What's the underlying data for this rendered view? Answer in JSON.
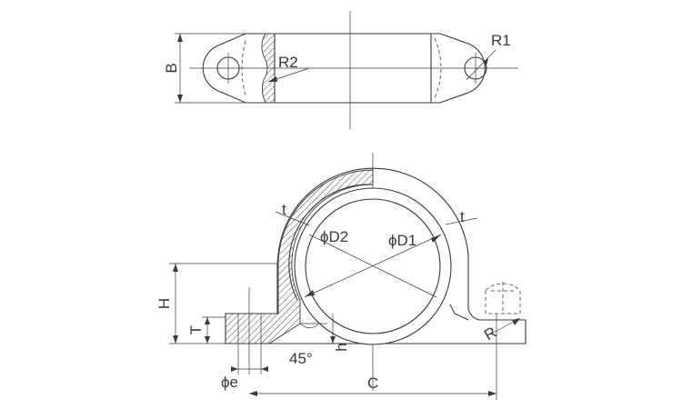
{
  "labels": {
    "b": "B",
    "r2": "R2",
    "r1": "R1",
    "t_left": "t",
    "d2": "ϕD2",
    "d1": "ϕD1",
    "t_right": "t",
    "h_big": "H",
    "t_cap": "T",
    "h_small": "h",
    "angle": "45°",
    "r": "R",
    "phi_e": "ϕe",
    "c": "C"
  }
}
